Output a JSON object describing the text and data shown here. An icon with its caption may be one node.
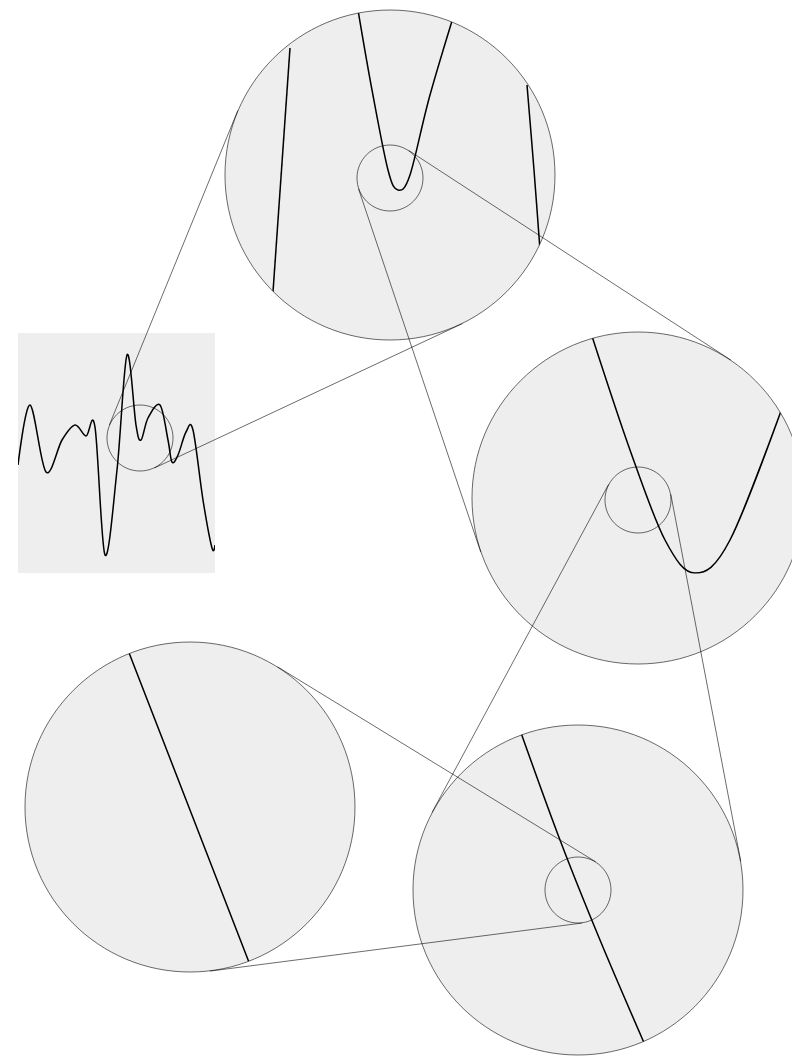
{
  "diagram": {
    "nodes": [
      {
        "text": [],
        "shape": "circle"
      },
      {
        "text": [],
        "shape": "circle",
        "in": 0
      },
      {
        "text": [],
        "shape": "box"
      },
      {
        "text": [],
        "shape": "circle",
        "in": 2
      },
      {
        "text": [],
        "shape": "circle"
      },
      {
        "text": [],
        "shape": "circle",
        "in": 4
      },
      {
        "text": [],
        "shape": "circle"
      },
      {
        "text": [],
        "shape": "circle"
      },
      {
        "text": [],
        "shape": "circle",
        "in": 7
      }
    ],
    "edges": [
      {
        "from": 3,
        "to": 0,
        "arrow": "none"
      },
      {
        "from": 3,
        "to": 0,
        "arrow": "none"
      },
      {
        "from": 1,
        "to": 4,
        "arrow": "none"
      },
      {
        "from": 1,
        "to": 4,
        "arrow": "none"
      },
      {
        "from": 5,
        "to": 7,
        "arrow": "none"
      },
      {
        "from": 5,
        "to": 7,
        "arrow": "none"
      },
      {
        "from": 8,
        "to": 6,
        "arrow": "none"
      },
      {
        "from": 8,
        "to": 6,
        "arrow": "none"
      }
    ]
  }
}
